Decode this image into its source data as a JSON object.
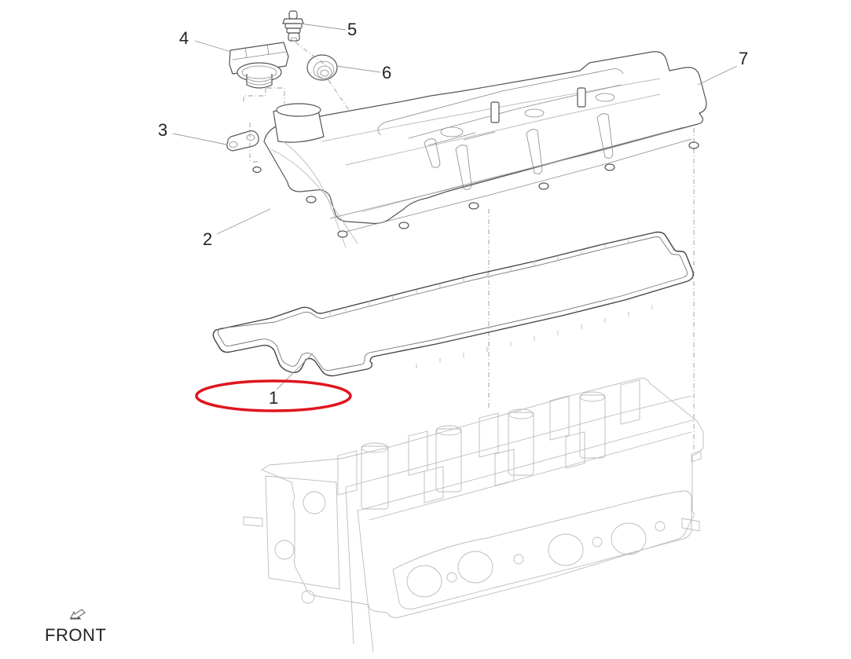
{
  "diagram": {
    "type": "exploded-parts-view",
    "subject": "cylinder head cover assembly",
    "callouts": [
      {
        "id": "1",
        "label": "1",
        "part": "head-cover-gasket",
        "highlighted": true
      },
      {
        "id": "2",
        "label": "2",
        "part": "cylinder-head-cover"
      },
      {
        "id": "3",
        "label": "3",
        "part": "bracket"
      },
      {
        "id": "4",
        "label": "4",
        "part": "oil-filler-cap"
      },
      {
        "id": "5",
        "label": "5",
        "part": "pcv-valve"
      },
      {
        "id": "6",
        "label": "6",
        "part": "pcv-grommet"
      },
      {
        "id": "7",
        "label": "7",
        "part": "bolt"
      }
    ],
    "orientation": {
      "label": "FRONT",
      "icon": "arrow-down-left-icon"
    },
    "highlight": {
      "target": "1",
      "shape": "ellipse",
      "color": "#e0141e"
    }
  }
}
